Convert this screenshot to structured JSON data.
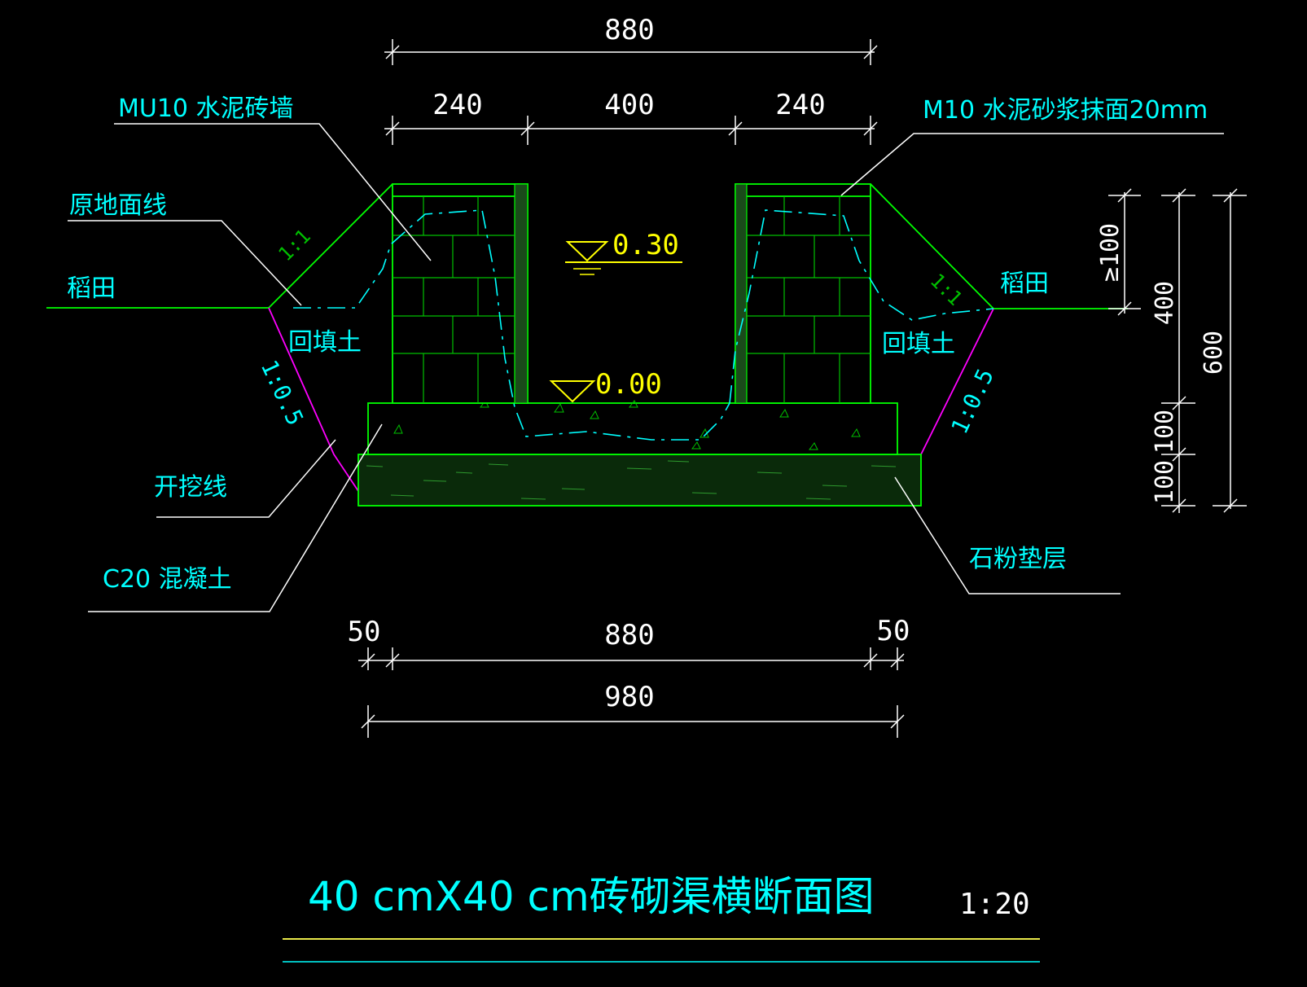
{
  "dimensions": {
    "top_total": "880",
    "top_left_wall": "240",
    "top_channel": "400",
    "top_right_wall": "240",
    "bottom_left": "50",
    "bottom_middle": "880",
    "bottom_right": "50",
    "bottom_total": "980",
    "right_min_freeboard": "≥100",
    "right_wall_height": "400",
    "right_total": "600",
    "right_slab": "100",
    "right_cushion": "100"
  },
  "labels": {
    "brick_wall": "MU10 水泥砖墙",
    "mortar_finish": "M10 水泥砂浆抹面20mm",
    "original_ground": "原地面线",
    "paddy_left": "稻田",
    "paddy_right": "稻田",
    "backfill_left": "回填土",
    "backfill_right": "回填土",
    "excavation_line": "开挖线",
    "concrete": "C20 混凝土",
    "stone_cushion": "石粉垫层"
  },
  "levels": {
    "water_level": "0.30",
    "bottom_level": "0.00"
  },
  "slopes": {
    "upper_left": "1:1",
    "upper_right": "1:1",
    "lower_left": "1:0.5",
    "lower_right": "1:0.5"
  },
  "title": {
    "text": "40 cmX40 cm砖砌渠横断面图",
    "scale": "1:20"
  },
  "colors": {
    "background": "#000000",
    "dimension": "#ffffff",
    "label": "#00ffff",
    "structure": "#00ff00",
    "excavation": "#ff00ff",
    "level": "#ffff00",
    "title_rule_1": "#e8e84a",
    "title_rule_2": "#00ffff"
  }
}
